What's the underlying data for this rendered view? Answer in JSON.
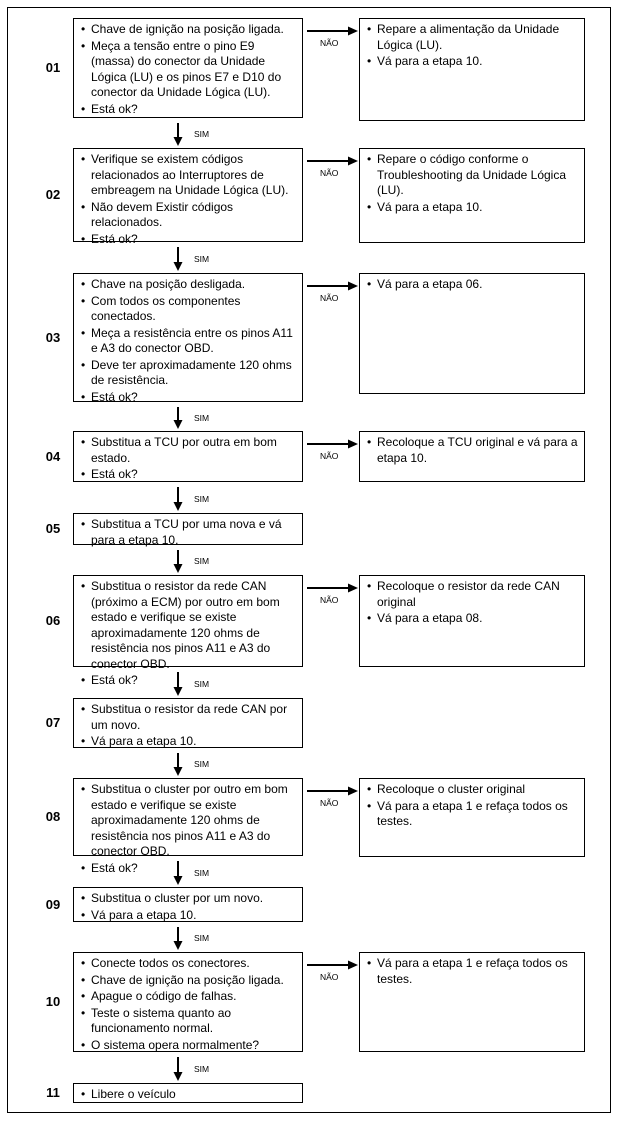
{
  "labels": {
    "yes": "SIM",
    "no": "NÃO"
  },
  "steps": [
    {
      "number": "01",
      "condition": [
        "Chave de ignição na posição ligada.",
        "Meça a tensão entre o pino E9 (massa) do conector da Unidade Lógica (LU) e os pinos E7 e D10 do conector da Unidade Lógica (LU).",
        "Está ok?"
      ],
      "no_action": [
        "Repare a alimentação da Unidade Lógica (LU).",
        "Vá para a etapa 10."
      ]
    },
    {
      "number": "02",
      "condition": [
        "Verifique se existem códigos relacionados ao Interruptores de embreagem na Unidade Lógica (LU).",
        "Não devem Existir códigos relacionados.",
        "Está ok?"
      ],
      "no_action": [
        "Repare o código conforme o Troubleshooting da Unidade Lógica (LU).",
        "Vá para a etapa 10."
      ]
    },
    {
      "number": "03",
      "condition": [
        "Chave na posição desligada.",
        "Com todos os componentes conectados.",
        "Meça a resistência entre os pinos A11 e A3 do conector OBD.",
        "Deve ter aproximadamente 120 ohms de resistência.",
        "Está ok?"
      ],
      "no_action": [
        "Vá para a etapa 06."
      ]
    },
    {
      "number": "04",
      "condition": [
        "Substitua a TCU por outra em bom estado.",
        "Está ok?"
      ],
      "no_action": [
        "Recoloque a TCU original e vá para a etapa 10."
      ]
    },
    {
      "number": "05",
      "condition": [
        "Substitua a TCU por uma nova e vá para a etapa 10."
      ],
      "no_action": []
    },
    {
      "number": "06",
      "condition": [
        "Substitua o resistor da rede CAN (próximo a ECM) por outro em bom estado e verifique se existe aproximadamente 120 ohms de resistência nos pinos A11 e A3 do conector OBD.",
        "Está ok?"
      ],
      "no_action": [
        "Recoloque o resistor da rede CAN original",
        "Vá para a etapa 08."
      ]
    },
    {
      "number": "07",
      "condition": [
        "Substitua o resistor da rede CAN por um novo.",
        "Vá para a etapa 10."
      ],
      "no_action": []
    },
    {
      "number": "08",
      "condition": [
        "Substitua o cluster por outro em bom estado e verifique se existe aproximadamente 120 ohms de resistência nos pinos A11 e A3 do conector OBD.",
        "Está ok?"
      ],
      "no_action": [
        "Recoloque o cluster original",
        "Vá para a etapa 1 e refaça todos os testes."
      ]
    },
    {
      "number": "09",
      "condition": [
        "Substitua o cluster por um novo.",
        "Vá para a etapa 10."
      ],
      "no_action": []
    },
    {
      "number": "10",
      "condition": [
        "Conecte todos os conectores.",
        "Chave de ignição na posição ligada.",
        "Apague o código de falhas.",
        "Teste o sistema quanto ao funcionamento normal.",
        "O sistema opera normalmente?"
      ],
      "no_action": [
        "Vá para a etapa 1 e refaça todos os testes."
      ]
    },
    {
      "number": "11",
      "condition": [
        "Libere o veículo"
      ],
      "no_action": []
    }
  ]
}
